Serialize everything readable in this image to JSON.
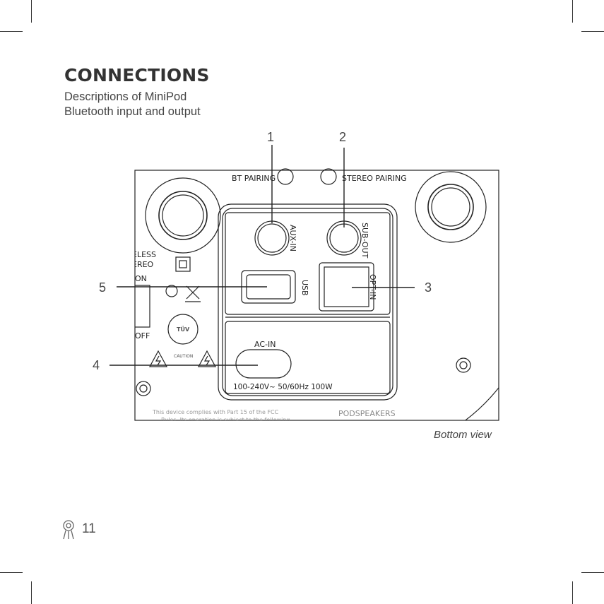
{
  "header": {
    "title": "CONNECTIONS",
    "subtitle_line1": "Descriptions of MiniPod",
    "subtitle_line2": "Bluetooth input and output"
  },
  "callouts": [
    "1",
    "2",
    "3",
    "4",
    "5"
  ],
  "panel": {
    "bt_pairing": "BT PAIRING",
    "stereo_pairing": "STEREO PAIRING",
    "aux_in": "AUX-IN",
    "sub_out": "SUB-OUT",
    "usb": "USB",
    "opt_in": "OPT-IN",
    "ac_in": "AC-IN",
    "power_spec": "100-240V~ 50/60Hz 100W",
    "brand": "PODSPEAKERS",
    "wireless": "ELESS",
    "stereo": "EREO",
    "on": "ON",
    "off": "OFF",
    "caution": "CAUTION",
    "fcc_line1": "This  device  complies  with  Part  15  of  the  FCC",
    "fcc_line2": "Rules. Its operation is subject to the following",
    "tuv": "TÜV"
  },
  "caption": "Bottom view",
  "footer": {
    "page_number": "11"
  }
}
